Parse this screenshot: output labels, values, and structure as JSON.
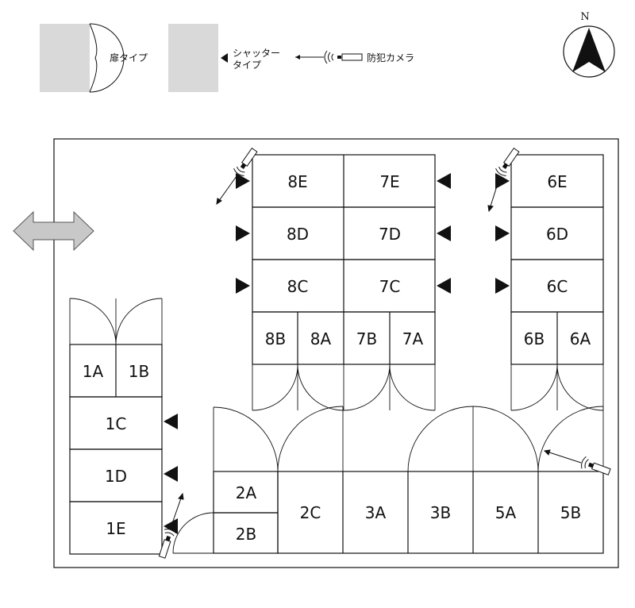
{
  "legend": {
    "door_type": "扉タイプ",
    "shutter_type_line1": "シャッター",
    "shutter_type_line2": "タイプ",
    "camera": "防犯カメラ"
  },
  "compass": {
    "label": "N"
  },
  "units": {
    "u8E": "8E",
    "u7E": "7E",
    "u6E": "6E",
    "u8D": "8D",
    "u7D": "7D",
    "u6D": "6D",
    "u8C": "8C",
    "u7C": "7C",
    "u6C": "6C",
    "u8B": "8B",
    "u8A": "8A",
    "u7B": "7B",
    "u7A": "7A",
    "u6B": "6B",
    "u6A": "6A",
    "u1A": "1A",
    "u1B": "1B",
    "u1C": "1C",
    "u1D": "1D",
    "u1E": "1E",
    "u2A": "2A",
    "u2B": "2B",
    "u2C": "2C",
    "u3A": "3A",
    "u3B": "3B",
    "u5A": "5A",
    "u5B": "5B"
  },
  "colors": {
    "line": "#111111",
    "legend_fill": "#d9d9d9",
    "arrow_fill": "#c8c8c8"
  }
}
